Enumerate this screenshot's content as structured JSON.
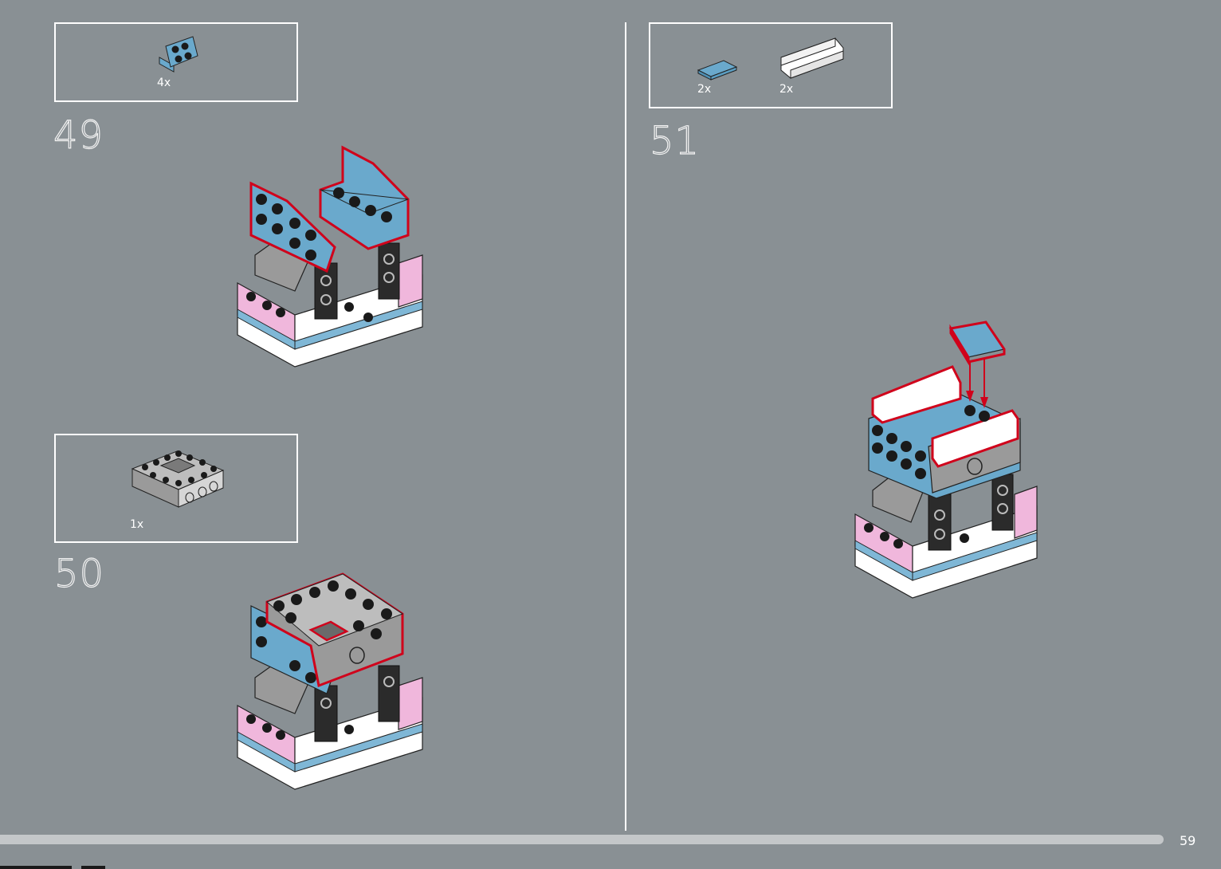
{
  "steps": [
    {
      "number": "49",
      "parts": [
        {
          "qty": "4x",
          "part": "light-blue-bracket"
        }
      ]
    },
    {
      "number": "50",
      "parts": [
        {
          "qty": "1x",
          "part": "grey-technic-frame"
        }
      ]
    },
    {
      "number": "51",
      "parts": [
        {
          "qty": "2x",
          "part": "light-blue-tile"
        },
        {
          "qty": "2x",
          "part": "white-panel"
        }
      ]
    }
  ],
  "page": {
    "number": "59",
    "progress_fraction": 0.953
  },
  "colors": {
    "background": "#899094",
    "highlight": "#d0021b",
    "light_blue": "#6aa9cc",
    "pink": "#f0b7dc",
    "dark": "#2b2b2b",
    "grey": "#9a9a9a"
  }
}
